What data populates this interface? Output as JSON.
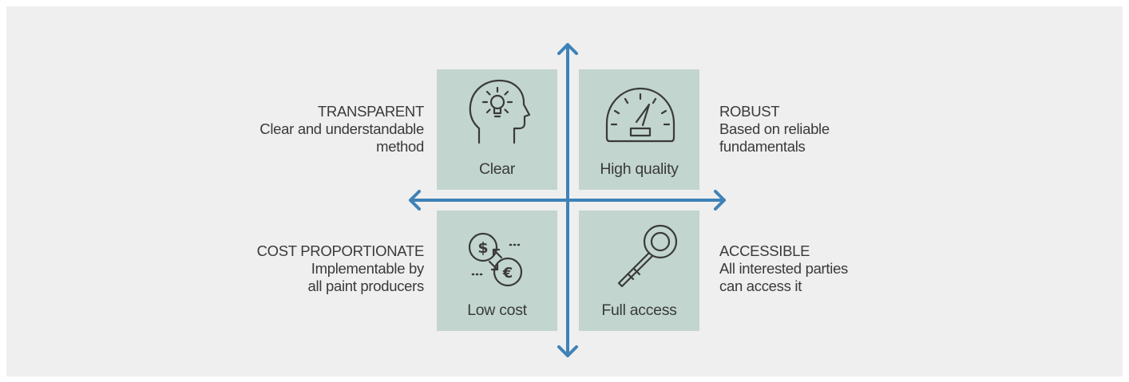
{
  "colors": {
    "panel": "#efefef",
    "box": "#c2d5cf",
    "arrow": "#3e82b8",
    "text": "#3a3a3a",
    "icon": "#3a3a3a"
  },
  "quadrants": {
    "top_left": {
      "label": "Clear",
      "icon": "head-lightbulb-icon"
    },
    "top_right": {
      "label": "High quality",
      "icon": "speedometer-icon"
    },
    "bottom_left": {
      "label": "Low cost",
      "icon": "currency-exchange-icon"
    },
    "bottom_right": {
      "label": "Full access",
      "icon": "key-icon"
    }
  },
  "descriptions": {
    "transparent": {
      "heading": "TRANSPARENT",
      "line1": "Clear and understandable",
      "line2": "method"
    },
    "robust": {
      "heading": "ROBUST",
      "line1": "Based on reliable",
      "line2": "fundamentals"
    },
    "cost": {
      "heading": "COST PROPORTIONATE",
      "line1": "Implementable by",
      "line2": "all paint producers"
    },
    "accessible": {
      "heading": "ACCESSIBLE",
      "line1": "All interested parties",
      "line2": "can access it"
    }
  }
}
